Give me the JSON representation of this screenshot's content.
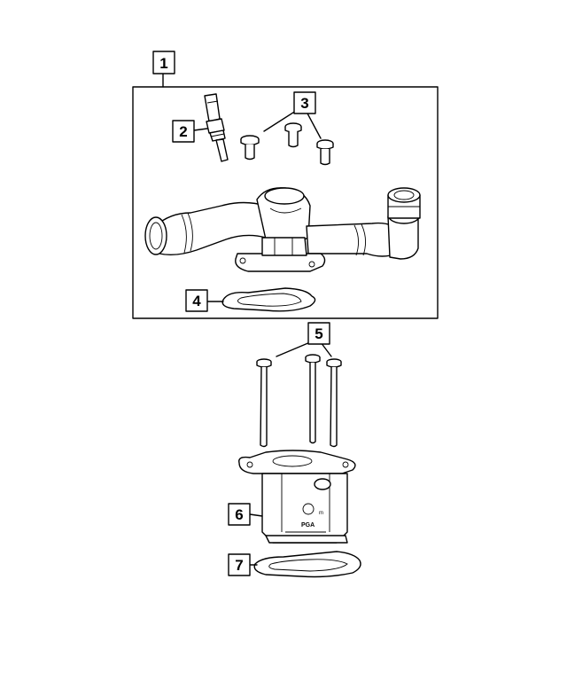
{
  "callouts": [
    {
      "id": "1",
      "label": "1"
    },
    {
      "id": "2",
      "label": "2"
    },
    {
      "id": "3",
      "label": "3"
    },
    {
      "id": "4",
      "label": "4"
    },
    {
      "id": "5",
      "label": "5"
    },
    {
      "id": "6",
      "label": "6"
    },
    {
      "id": "7",
      "label": "7"
    }
  ],
  "part_markings": {
    "housing_mark": "PGA",
    "housing_small_mark": "m"
  },
  "colors": {
    "line": "#000000",
    "background": "#ffffff"
  }
}
